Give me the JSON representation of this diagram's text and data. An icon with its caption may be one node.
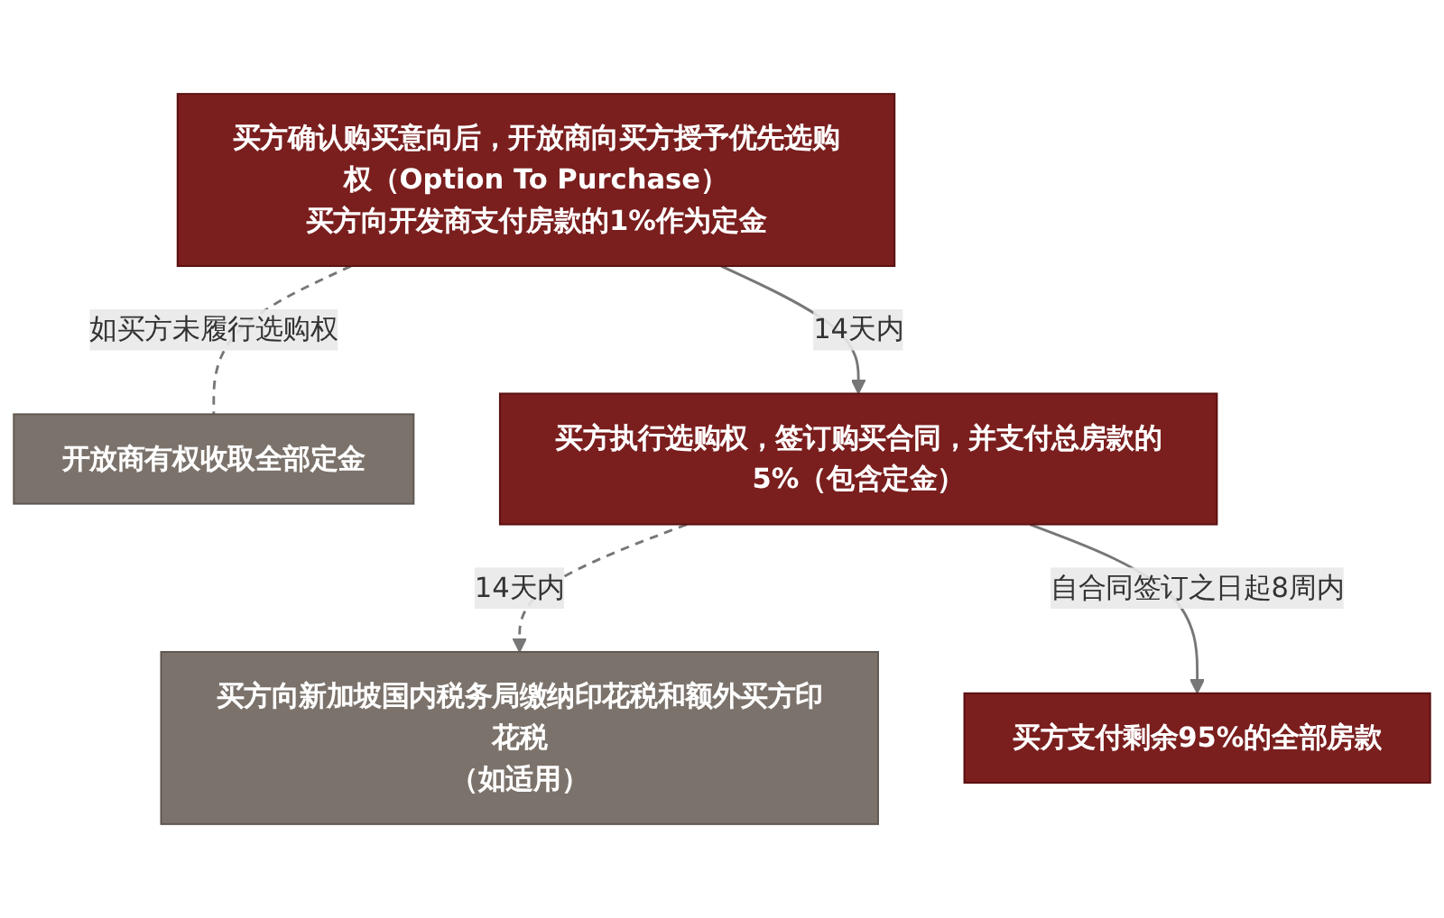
{
  "diagram": {
    "nodes": [
      {
        "text": [
          "买方确认购买意向后，开放商向买方授予优先选购权（Option To Purchase）",
          "买方向开发商支付房款的1%作为定金"
        ]
      },
      {
        "text": [
          "开放商有权收取全部定金"
        ]
      },
      {
        "text": [
          "买方执行选购权，签订购买合同，并支付总房款的5%（包含定金）"
        ]
      },
      {
        "text": [
          "买方向新加坡国内税务局缴纳印花税和额外买方印花税",
          "（如适用）"
        ]
      },
      {
        "text": [
          "买方支付剩余95%的全部房款"
        ]
      }
    ],
    "edges": [
      {
        "from": 0,
        "to": 2,
        "arrow": "to",
        "label": "14天内"
      },
      {
        "from": 0,
        "to": 1,
        "arrow": "none",
        "style": "dashed",
        "label": "如买方未履行选购权"
      },
      {
        "from": 2,
        "to": 3,
        "arrow": "to",
        "style": "dashed",
        "label": "14天内"
      },
      {
        "from": 2,
        "to": 4,
        "arrow": "to",
        "label": "自合同签订之日起8周内"
      }
    ]
  }
}
